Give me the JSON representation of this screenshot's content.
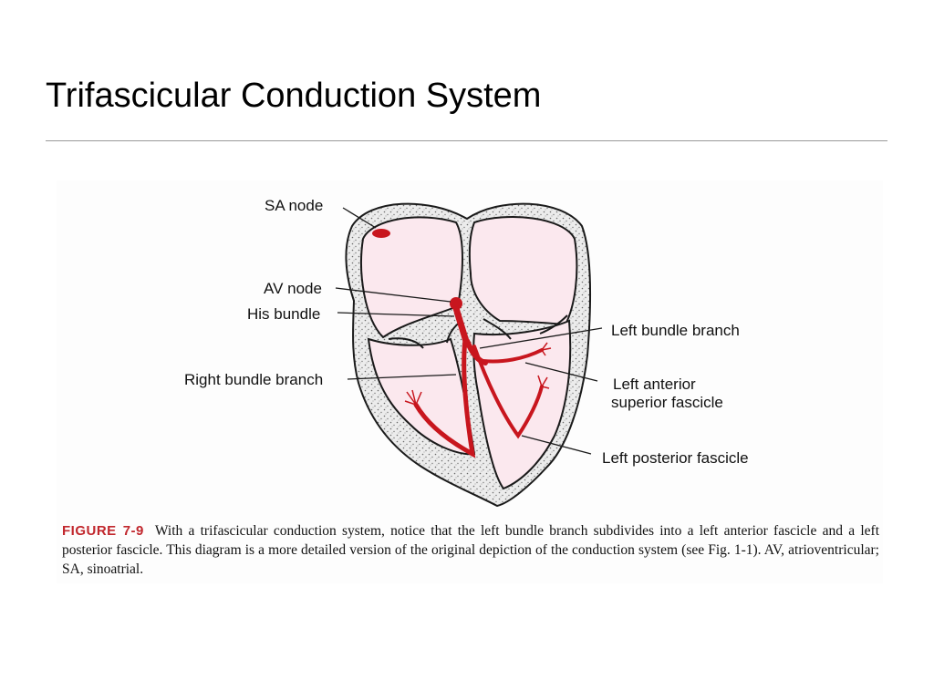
{
  "slide": {
    "title": "Trifascicular Conduction System"
  },
  "diagram": {
    "labels": {
      "sa_node": "SA node",
      "av_node": "AV node",
      "his_bundle": "His bundle",
      "right_bundle_branch": "Right bundle branch",
      "left_bundle_branch": "Left bundle branch",
      "left_anterior_line1": "Left anterior",
      "left_anterior_line2": "superior fascicle",
      "left_posterior": "Left posterior fascicle"
    },
    "colors": {
      "conduction": "#c8161e",
      "chamber_fill": "#fbe8ee",
      "myocardium_fill": "#ededed",
      "outline": "#1a1a1a"
    }
  },
  "caption": {
    "figure_label": "FIGURE 7-9",
    "text": "With a trifascicular conduction system, notice that the left bundle branch subdivides into a left anterior fascicle and a left posterior fascicle. This diagram is a more detailed version of the original depiction of the conduction system (see Fig. 1-1). AV, atrioventricular; SA, sinoatrial."
  }
}
